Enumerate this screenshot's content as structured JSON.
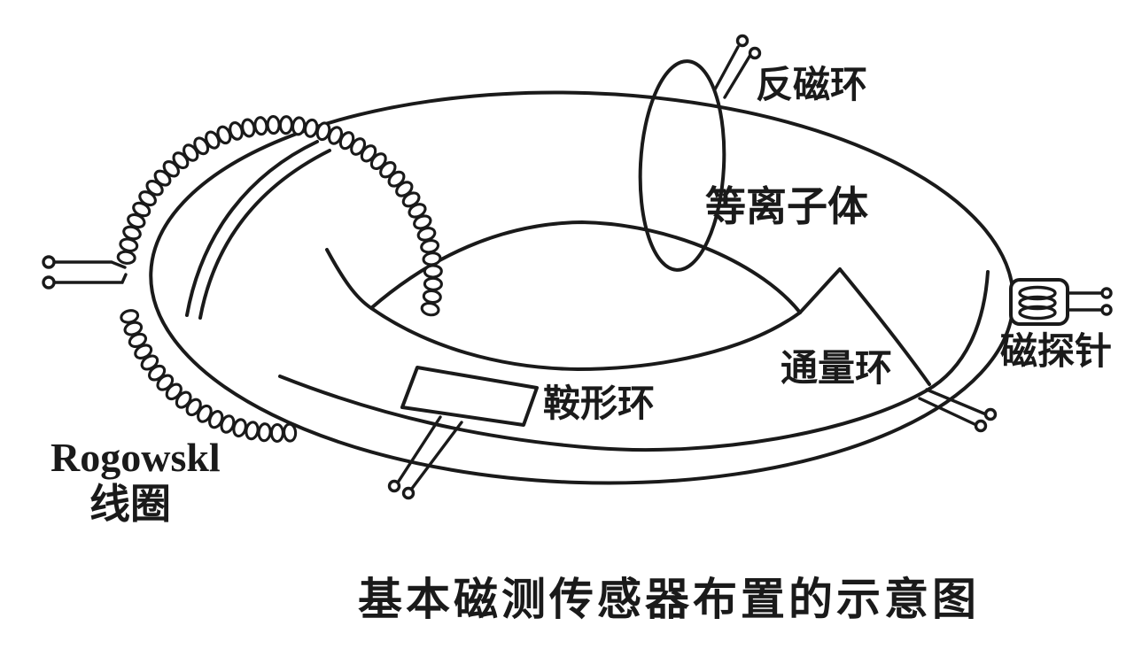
{
  "diagram": {
    "type": "line-drawing",
    "caption": "基本磁测传感器布置的示意图",
    "labels": {
      "diamagnetic_loop": "反磁环",
      "plasma": "等离子体",
      "flux_loop": "通量环",
      "magnetic_probe": "磁探针",
      "saddle_loop": "鞍形环",
      "rogowski_line1": "Rogowskl",
      "rogowski_line2": "线圈"
    },
    "components": [
      "torus-vacuum-vessel",
      "diamagnetic-loop",
      "plasma-region",
      "flux-loop",
      "magnetic-probe",
      "saddle-loop",
      "rogowski-coil"
    ],
    "colors": {
      "ink": "#1a1a1a",
      "background": "#ffffff"
    }
  }
}
